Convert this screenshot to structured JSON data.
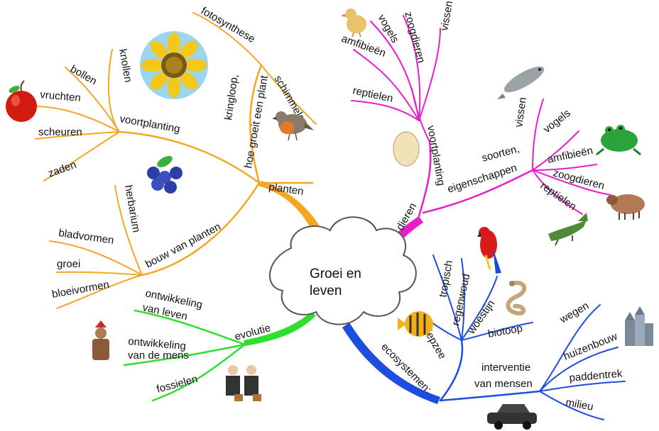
{
  "center": {
    "line1": "Groei en",
    "line2": "leven"
  },
  "colors": {
    "planten": "#f5a623",
    "dieren": "#e91ec8",
    "ecosystemen": "#1e4de0",
    "evolutie": "#2ee02e"
  },
  "branches": {
    "planten": {
      "label": "planten",
      "voortplanting": {
        "label": "voortplanting",
        "children": [
          "knollen",
          "bollen",
          "vruchten",
          "scheuren",
          "zaden"
        ]
      },
      "kringloop": {
        "line1": "kringloop,",
        "line2": "hoe groeit een plant"
      },
      "kringloop_children": [
        "fotosynthese",
        "schimmels"
      ],
      "bouw": {
        "label": "bouw van planten",
        "children": [
          "herbarium",
          "bladvormen",
          "groei",
          "bloeivormen"
        ]
      }
    },
    "dieren": {
      "label": "dieren",
      "voortplanting": {
        "label": "voortplanting",
        "children": [
          "amfibieën",
          "vogels",
          "zoogdieren",
          "vissen",
          "reptielen"
        ]
      },
      "soorten": {
        "line1": "soorten,",
        "line2": "eigenschappen",
        "children": [
          "vissen",
          "vogels",
          "amfibieën",
          "zoogdieren",
          "reptielen"
        ]
      }
    },
    "ecosystemen": {
      "label": "ecosystemen:",
      "habitats": [
        "diepzee",
        "tropisch",
        "regenwoud",
        "woestijn",
        "biotoop"
      ],
      "interventie": {
        "line1": "interventie",
        "line2": "van mensen",
        "children": [
          "wegen",
          "huizenbouw",
          "paddentrek",
          "milieu"
        ]
      }
    },
    "evolutie": {
      "label": "evolutie",
      "ontwikkeling_leven": {
        "line1": "ontwikkeling",
        "line2": "van leven"
      },
      "ontwikkeling_mens": {
        "line1": "ontwikkeling",
        "line2": "van de mens"
      },
      "fossielen": "fossielen"
    }
  },
  "icons": [
    "sunflower-icon",
    "apple-icon",
    "blueberries-icon",
    "robin-icon",
    "chick-icon",
    "egg-icon",
    "fish-icon",
    "frog-icon",
    "sheep-icon",
    "crocodile-icon",
    "parrot-icon",
    "snake-icon",
    "tropical-fish-icon",
    "skyscraper-icon",
    "car-icon",
    "native-figure-icon",
    "businessmen-icon"
  ]
}
